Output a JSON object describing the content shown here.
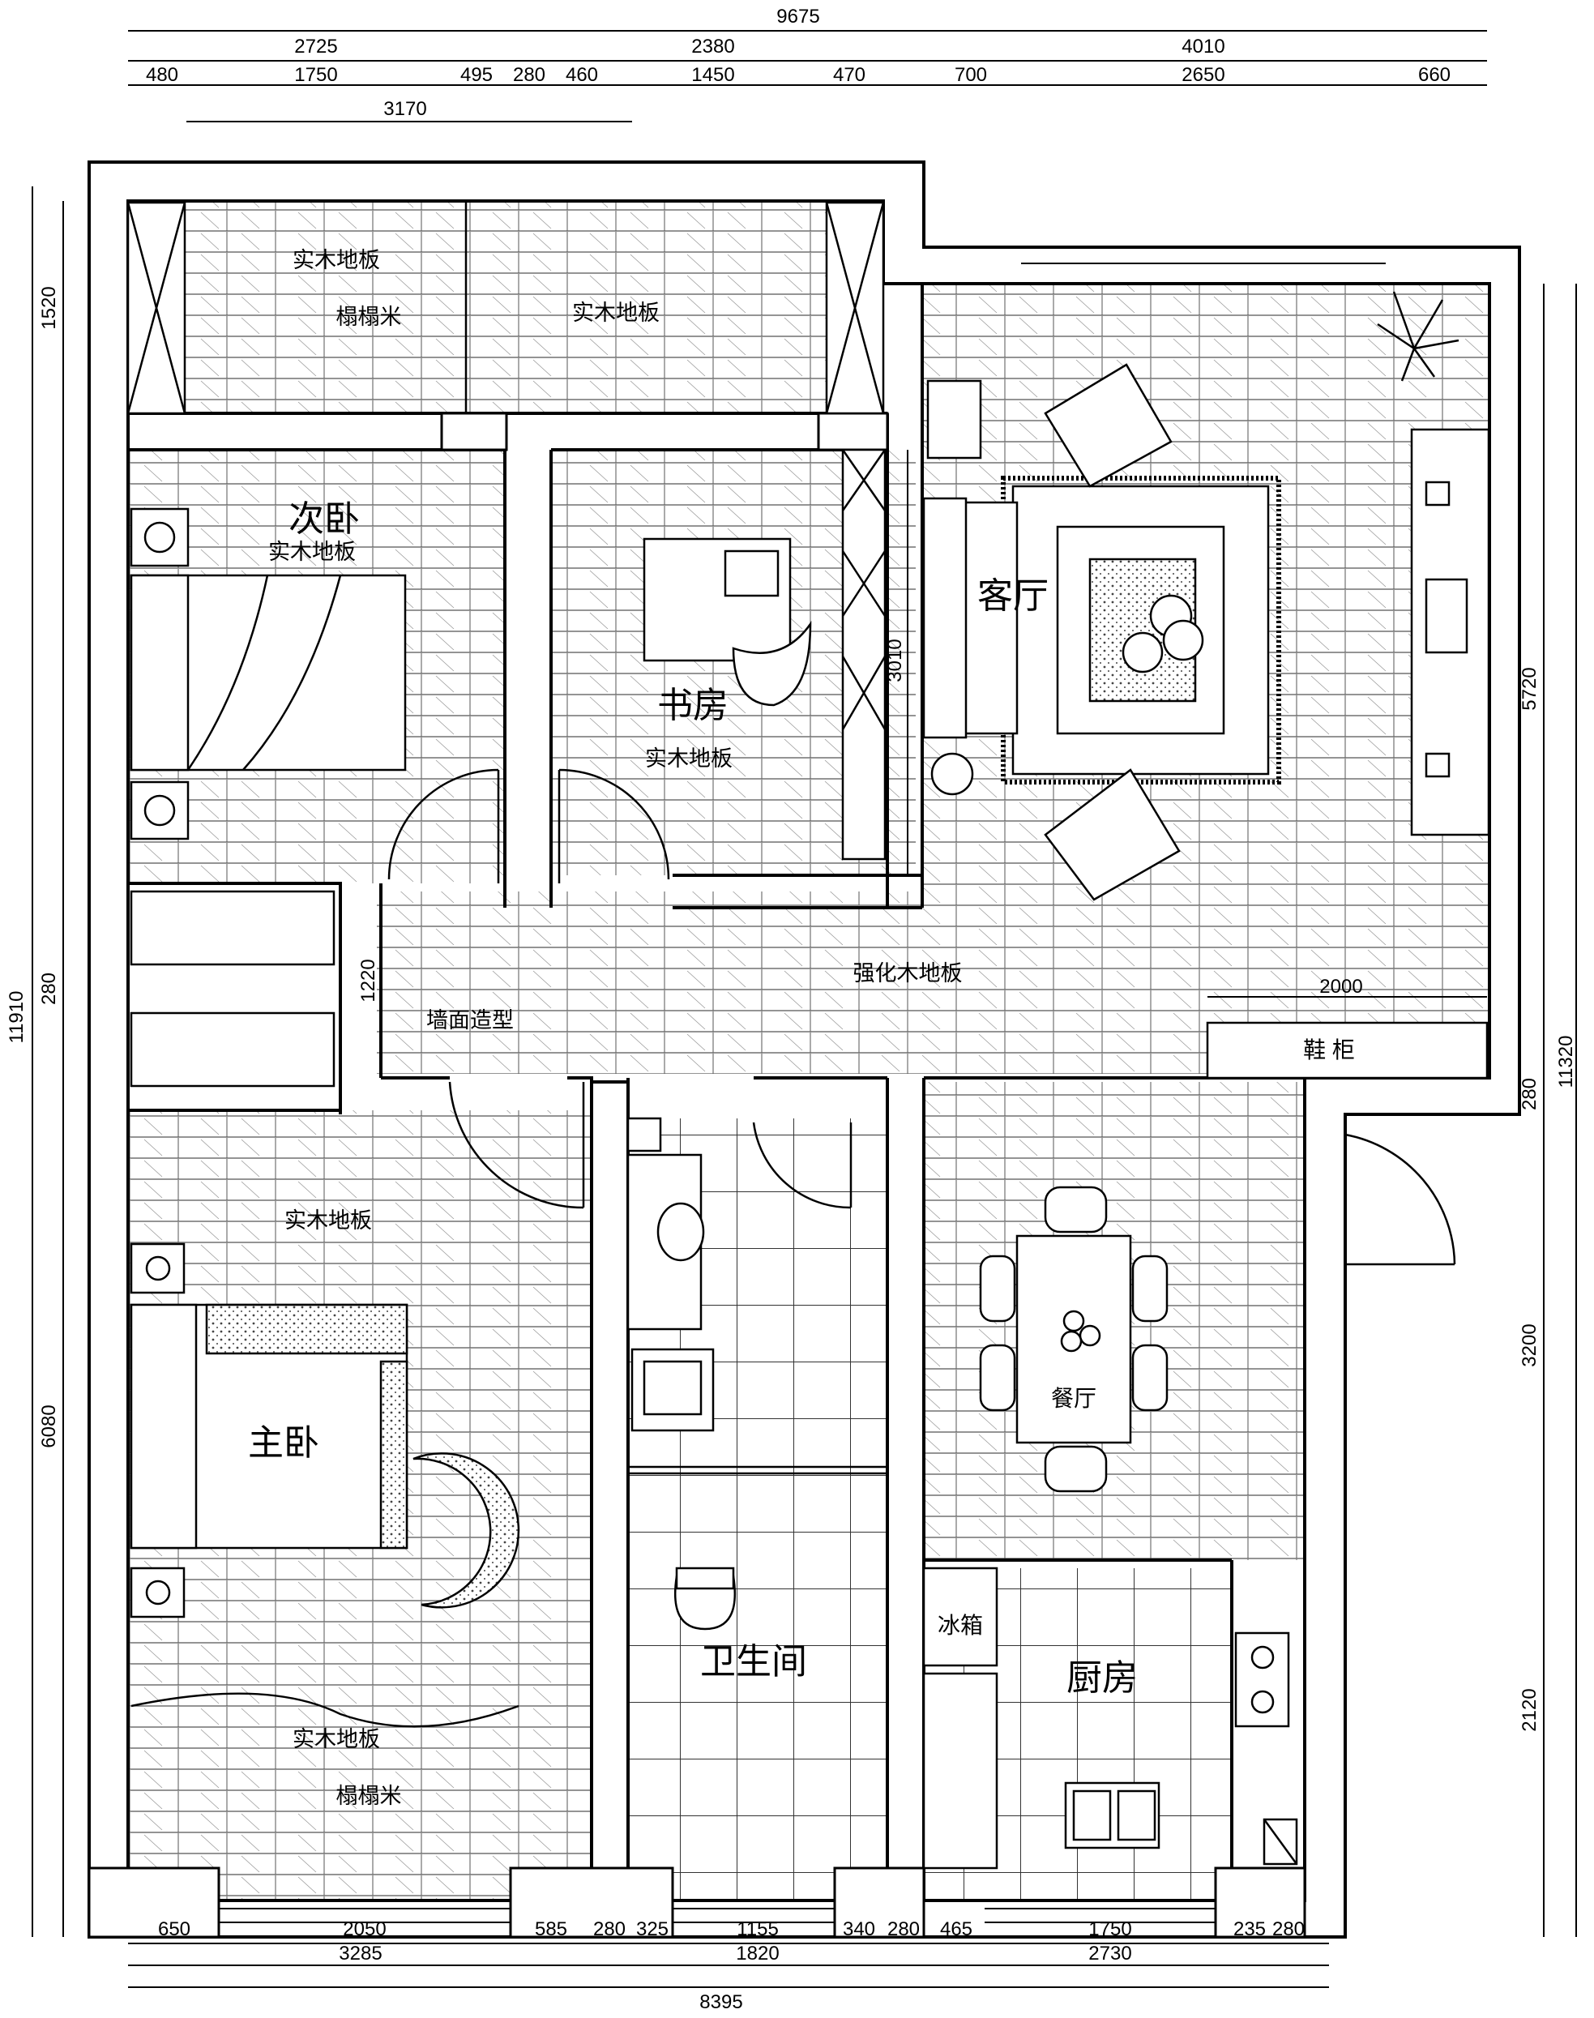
{
  "dimensions": {
    "top_total": "9675",
    "top_row1": [
      "2725",
      "2380",
      "4010"
    ],
    "top_row2": [
      "480",
      "1750",
      "495",
      "280",
      "460",
      "1450",
      "470",
      "700",
      "2650",
      "660"
    ],
    "top_row3": "3170",
    "left": [
      "1520",
      "11910",
      "280",
      "6080"
    ],
    "right": [
      "5720",
      "11320",
      "280",
      "3200",
      "2120"
    ],
    "bottom_row1": [
      "650",
      "2050",
      "585",
      "280",
      "325",
      "1155",
      "340",
      "280",
      "465",
      "1750",
      "235",
      "280"
    ],
    "bottom_row2": [
      "3285",
      "1820",
      "2730"
    ],
    "bottom_total": "8395",
    "interior": [
      "3010",
      "1220",
      "2000"
    ]
  },
  "rooms": {
    "second_bedroom": "次卧",
    "study": "书房",
    "living_room": "客厅",
    "dining_room": "餐厅",
    "master_bedroom": "主卧",
    "bathroom": "卫生间",
    "kitchen": "厨房",
    "fridge": "冰箱",
    "shoe_cabinet": "鞋 柜",
    "feature_wall": "墙面造型"
  },
  "floors": {
    "solid_wood": "实木地板",
    "tatami": "榻榻米",
    "laminate": "强化木地板"
  }
}
